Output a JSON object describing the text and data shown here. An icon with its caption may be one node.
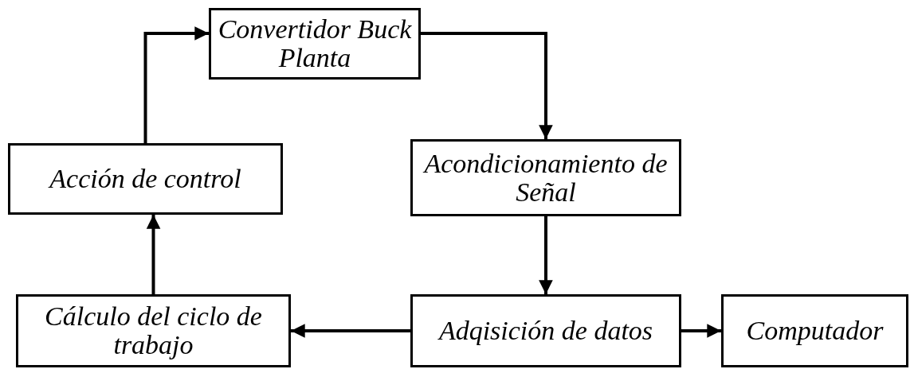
{
  "diagram": {
    "nodes": [
      {
        "text": [
          "Convertidor Buck Planta"
        ]
      },
      {
        "text": [
          "Acción de control"
        ]
      },
      {
        "text": [
          "Acondicionamiento de Señal"
        ]
      },
      {
        "text": [
          "Cálculo del ciclo de trabajo"
        ]
      },
      {
        "text": [
          "Adqisición de datos"
        ]
      },
      {
        "text": [
          "Computador"
        ]
      }
    ],
    "edges": [
      {
        "from": 1,
        "to": 0,
        "arrow": "to"
      },
      {
        "from": 0,
        "to": 2,
        "arrow": "to"
      },
      {
        "from": 2,
        "to": 4,
        "arrow": "to"
      },
      {
        "from": 4,
        "to": 3,
        "arrow": "to"
      },
      {
        "from": 3,
        "to": 1,
        "arrow": "to"
      },
      {
        "from": 4,
        "to": 5,
        "arrow": "to"
      }
    ]
  }
}
